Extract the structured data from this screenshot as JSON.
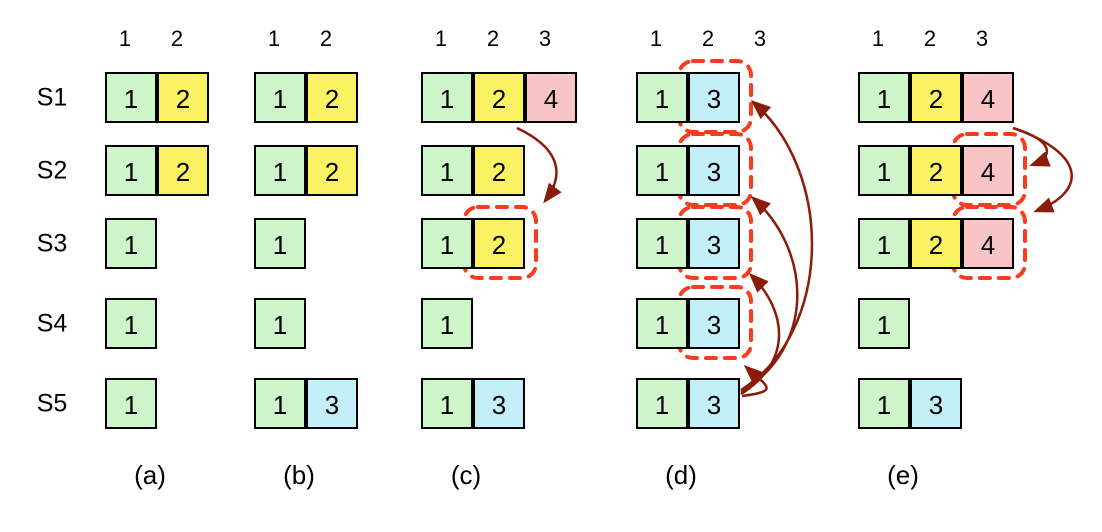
{
  "figure": {
    "description": "Log replication scenario across five servers in five stages",
    "row_labels": [
      "S1",
      "S2",
      "S3",
      "S4",
      "S5"
    ],
    "colors": {
      "green": "#cdf5c9",
      "yellow": "#fbf263",
      "blue": "#c4eef8",
      "pink": "#f9c4c6",
      "dashed_highlight": "#fa3b1e",
      "arrow": "#8c1c0a",
      "border": "#000000"
    },
    "panels": [
      {
        "label": "(a)",
        "col_headers": [
          "1",
          "2"
        ],
        "rows": [
          [
            {
              "value": "1",
              "color": "green"
            },
            {
              "value": "2",
              "color": "yellow"
            }
          ],
          [
            {
              "value": "1",
              "color": "green"
            },
            {
              "value": "2",
              "color": "yellow"
            }
          ],
          [
            {
              "value": "1",
              "color": "green"
            }
          ],
          [
            {
              "value": "1",
              "color": "green"
            }
          ],
          [
            {
              "value": "1",
              "color": "green"
            }
          ]
        ],
        "highlights": [],
        "arrows": []
      },
      {
        "label": "(b)",
        "col_headers": [
          "1",
          "2"
        ],
        "rows": [
          [
            {
              "value": "1",
              "color": "green"
            },
            {
              "value": "2",
              "color": "yellow"
            }
          ],
          [
            {
              "value": "1",
              "color": "green"
            },
            {
              "value": "2",
              "color": "yellow"
            }
          ],
          [
            {
              "value": "1",
              "color": "green"
            }
          ],
          [
            {
              "value": "1",
              "color": "green"
            }
          ],
          [
            {
              "value": "1",
              "color": "green"
            },
            {
              "value": "3",
              "color": "blue"
            }
          ]
        ],
        "highlights": [],
        "arrows": []
      },
      {
        "label": "(c)",
        "col_headers": [
          "1",
          "2",
          "3"
        ],
        "rows": [
          [
            {
              "value": "1",
              "color": "green"
            },
            {
              "value": "2",
              "color": "yellow"
            },
            {
              "value": "4",
              "color": "pink"
            }
          ],
          [
            {
              "value": "1",
              "color": "green"
            },
            {
              "value": "2",
              "color": "yellow"
            }
          ],
          [
            {
              "value": "1",
              "color": "green"
            },
            {
              "value": "2",
              "color": "yellow"
            }
          ],
          [
            {
              "value": "1",
              "color": "green"
            }
          ],
          [
            {
              "value": "1",
              "color": "green"
            },
            {
              "value": "3",
              "color": "blue"
            }
          ]
        ],
        "highlights": [
          {
            "row": 2,
            "col": 1
          }
        ],
        "arrows": [
          {
            "from": "S1",
            "to": "S3"
          }
        ]
      },
      {
        "label": "(d)",
        "col_headers": [
          "1",
          "2",
          "3"
        ],
        "rows": [
          [
            {
              "value": "1",
              "color": "green"
            },
            {
              "value": "3",
              "color": "blue"
            }
          ],
          [
            {
              "value": "1",
              "color": "green"
            },
            {
              "value": "3",
              "color": "blue"
            }
          ],
          [
            {
              "value": "1",
              "color": "green"
            },
            {
              "value": "3",
              "color": "blue"
            }
          ],
          [
            {
              "value": "1",
              "color": "green"
            },
            {
              "value": "3",
              "color": "blue"
            }
          ],
          [
            {
              "value": "1",
              "color": "green"
            },
            {
              "value": "3",
              "color": "blue"
            }
          ]
        ],
        "highlights": [
          {
            "row": 0,
            "col": 1
          },
          {
            "row": 1,
            "col": 1
          },
          {
            "row": 2,
            "col": 1
          },
          {
            "row": 3,
            "col": 1
          }
        ],
        "arrows": [
          {
            "from": "S5",
            "to": "S1"
          },
          {
            "from": "S5",
            "to": "S2"
          },
          {
            "from": "S5",
            "to": "S3"
          },
          {
            "from": "S5",
            "to": "S4"
          }
        ]
      },
      {
        "label": "(e)",
        "col_headers": [
          "1",
          "2",
          "3"
        ],
        "rows": [
          [
            {
              "value": "1",
              "color": "green"
            },
            {
              "value": "2",
              "color": "yellow"
            },
            {
              "value": "4",
              "color": "pink"
            }
          ],
          [
            {
              "value": "1",
              "color": "green"
            },
            {
              "value": "2",
              "color": "yellow"
            },
            {
              "value": "4",
              "color": "pink"
            }
          ],
          [
            {
              "value": "1",
              "color": "green"
            },
            {
              "value": "2",
              "color": "yellow"
            },
            {
              "value": "4",
              "color": "pink"
            }
          ],
          [
            {
              "value": "1",
              "color": "green"
            }
          ],
          [
            {
              "value": "1",
              "color": "green"
            },
            {
              "value": "3",
              "color": "blue"
            }
          ]
        ],
        "highlights": [
          {
            "row": 1,
            "col": 2
          },
          {
            "row": 2,
            "col": 2
          }
        ],
        "arrows": [
          {
            "from": "S1",
            "to": "S2"
          },
          {
            "from": "S1",
            "to": "S3"
          }
        ]
      }
    ]
  }
}
